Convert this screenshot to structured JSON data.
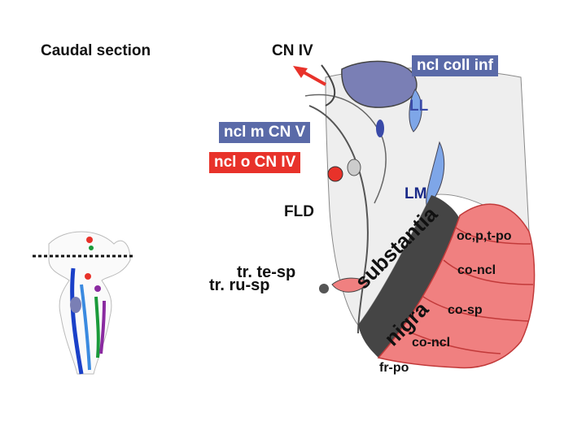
{
  "title": "Caudal section",
  "labels": {
    "cn_iv": "CN IV",
    "ncl_coll_inf": "ncl coll inf",
    "ll": "LL",
    "ncl_m_cn_v": "ncl m CN V",
    "ncl_o_cn_iv": "ncl o CN IV",
    "lm": "LM",
    "fld": "FLD",
    "tr_te_sp": "tr. te-sp",
    "tr_ru_sp": "tr. ru-sp",
    "substantia_1": "substantia",
    "substantia_2": "nigra",
    "oc_p_t_po": "oc,p,t-po",
    "co_ncl_1": "co-ncl",
    "co_sp": "co-sp",
    "co_ncl_2": "co-ncl",
    "fr_po": "fr-po"
  },
  "colors": {
    "blue_box": "#5a6aa8",
    "red_box": "#e8322a",
    "peduncle": "#f08080",
    "colliculus": "#7a7fb5",
    "lemniscus": "#7ea6e8",
    "nigra": "#454545",
    "tegmentum": "#eeeeee"
  }
}
